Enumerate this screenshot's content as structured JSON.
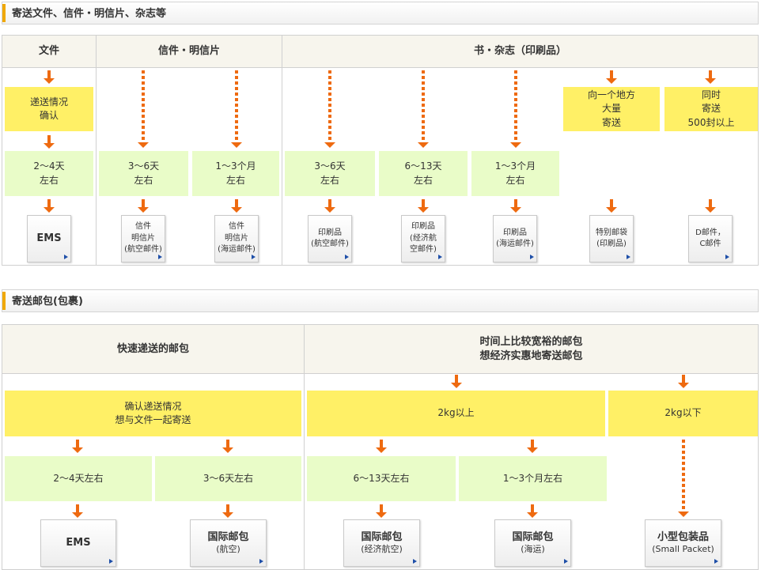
{
  "sections": {
    "mail": {
      "title": "寄送文件、信件・明信片、杂志等"
    },
    "parcel": {
      "title": "寄送邮包(包裹)"
    }
  },
  "mail": {
    "headers": {
      "docs": "文件",
      "letters": "信件・明信片",
      "printed": "书・杂志（印刷品）"
    },
    "yellow": {
      "confirm": "递送情况\n确认",
      "bulk": "向一个地方\n大量\n寄送",
      "over500": "同时\n寄送\n500封以上"
    },
    "green": {
      "ems": "2～4天\n左右",
      "letter_air": "3～6天\n左右",
      "letter_sea": "1～3个月\n左右",
      "printed_air": "3～6天\n左右",
      "printed_sal": "6～13天\n左右",
      "printed_sea": "1～3个月\n左右"
    },
    "buttons": {
      "ems": "EMS",
      "letter_air": "信件\n明信片\n(航空邮件)",
      "letter_sea": "信件\n明信片\n(海运邮件)",
      "printed_air": "印刷品\n(航空邮件)",
      "printed_sal": "印刷品\n(经济航\n空邮件)",
      "printed_sea": "印刷品\n(海运邮件)",
      "special_bag": "特别邮袋\n(印刷品)",
      "dc_mail": "D邮件，\nC邮件"
    }
  },
  "parcel": {
    "headers": {
      "fast": "快速递送的邮包",
      "slow": "时间上比较宽裕的邮包\n想经济实惠地寄送邮包"
    },
    "yellow": {
      "confirm": "确认递送情况\n想与文件一起寄送",
      "over2kg": "2kg以上",
      "under2kg": "2kg以下"
    },
    "green": {
      "ems": "2～4天左右",
      "air": "3～6天左右",
      "sal": "6～13天左右",
      "sea": "1～3个月左右"
    },
    "buttons": {
      "ems": "EMS",
      "air_main": "国际邮包",
      "air_sub": "(航空)",
      "sal_main": "国际邮包",
      "sal_sub": "(经济航空)",
      "sea_main": "国际邮包",
      "sea_sub": "(海运)",
      "small_main": "小型包装品",
      "small_sub": "(Small Packet)"
    }
  },
  "colors": {
    "arrow": "#ee6a10",
    "yellow_box": "#fff066",
    "green_box": "#e9fcc8",
    "header_accent": "#f0a800",
    "link_marker": "#1e4fa8"
  }
}
